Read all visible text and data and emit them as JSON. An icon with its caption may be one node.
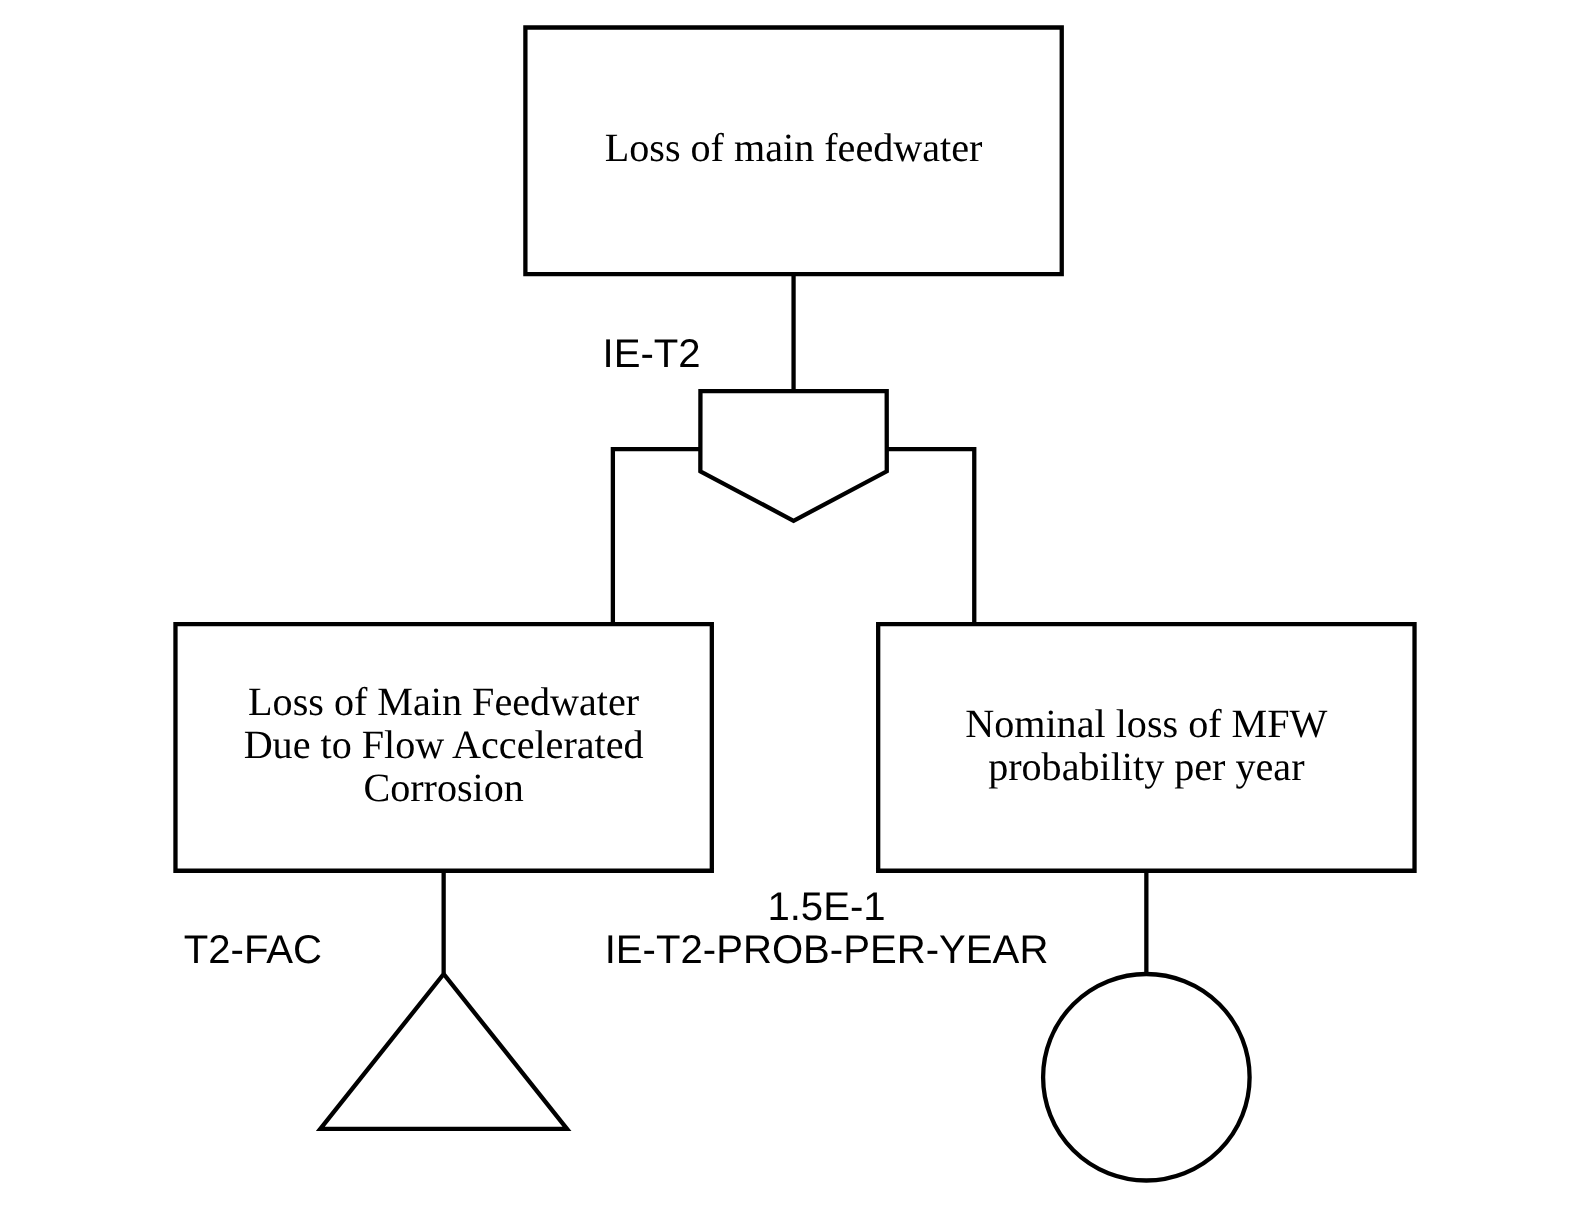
{
  "diagram": {
    "nodes": [
      {
        "text": [
          "Loss of main feedwater"
        ]
      },
      {
        "text": [],
        "shape": "or-gate",
        "beside": [
          "IE-T2"
        ]
      },
      {
        "text": [
          "Loss of Main Feedwater Due to Flow Accelerated Corrosion"
        ]
      },
      {
        "text": [],
        "shape": "triangle",
        "beside": [
          "T2-FAC"
        ]
      },
      {
        "text": [
          "Nominal loss of MFW probability per year"
        ]
      },
      {
        "text": [],
        "shape": "circle",
        "beside": [
          "1.5E-1",
          "IE-T2-PROB-PER-YEAR"
        ]
      }
    ],
    "edges": [
      {
        "from": 0,
        "to": 1,
        "arrow": "none"
      },
      {
        "from": 1,
        "to": 2,
        "arrow": "none"
      },
      {
        "from": 1,
        "to": 4,
        "arrow": "none"
      },
      {
        "from": 2,
        "to": 3,
        "arrow": "none"
      },
      {
        "from": 4,
        "to": 5,
        "arrow": "none"
      }
    ]
  }
}
